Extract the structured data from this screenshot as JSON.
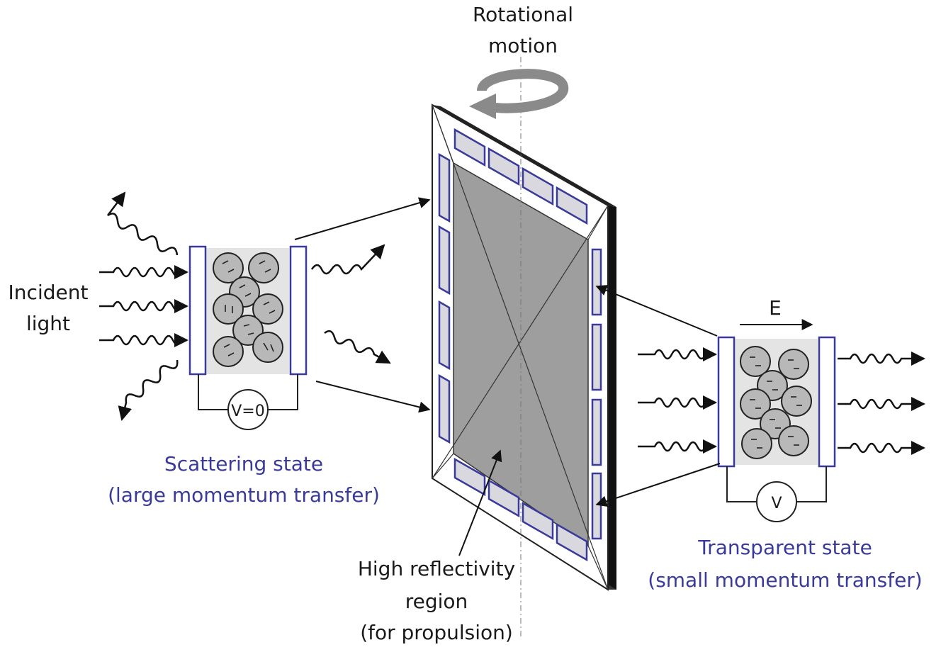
{
  "labels": {
    "rotational": [
      "Rotational",
      "motion"
    ],
    "incident": [
      "Incident",
      "light"
    ],
    "scattering": [
      "Scattering state",
      "(large momentum transfer)"
    ],
    "transparent": [
      "Transparent state",
      "(small momentum transfer)"
    ],
    "reflectivity": [
      "High reflectivity",
      "region",
      "(for propulsion)"
    ],
    "field": "E",
    "voltage_off": "V=0",
    "voltage_on": "V"
  },
  "colors": {
    "label_blue": "#3a3a9a",
    "electrode": "#3a3a9a",
    "panel_gray": "#9e9e9e",
    "cell_bg": "#e4e4e4",
    "particle": "#b8b8b8",
    "arrow_gray": "#8a8a8a"
  }
}
